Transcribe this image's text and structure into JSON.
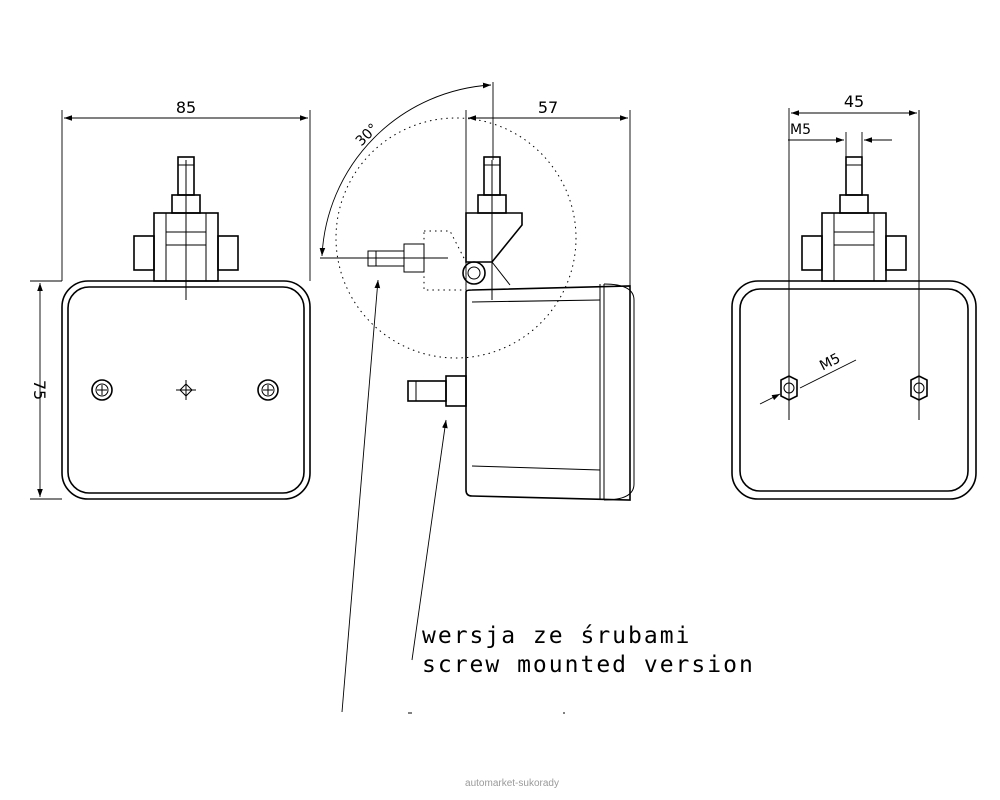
{
  "dimensions": {
    "front_width": "85",
    "front_height": "75",
    "side_depth": "57",
    "rear_spacing": "45",
    "bolt_top": "M5",
    "bolt_rear": "M5",
    "tilt_angle": "30°"
  },
  "notes": {
    "version_pl": "wersja ze śrubami",
    "version_en": "screw mounted version"
  },
  "watermark": "automarket-sukorady"
}
